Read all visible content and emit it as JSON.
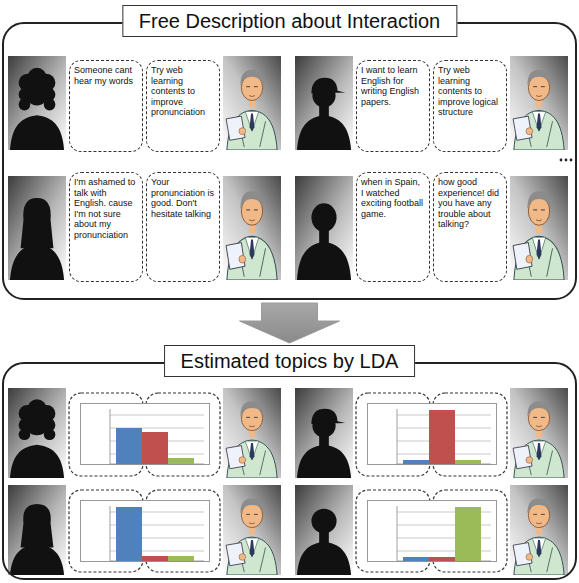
{
  "diagram": {
    "nodes": [
      {
        "text": [
          "Free Description about Interaction"
        ]
      },
      {
        "text": [
          "Someone cant hear my words"
        ],
        "in": 0
      },
      {
        "text": [
          "Try web learning contents to improve pronunciation"
        ],
        "in": 0
      },
      {
        "text": [
          "I want to learn English for writing English papers."
        ],
        "in": 0
      },
      {
        "text": [
          "Try web learning contents to improve logical structure"
        ],
        "in": 0
      },
      {
        "text": [
          "I'm ashamed to talk with English. cause I'm not sure about my pronunciation"
        ],
        "in": 0
      },
      {
        "text": [
          "Your pronunciation is good. Don't hesitate talking"
        ],
        "in": 0
      },
      {
        "text": [
          "when in Spain, I watched exciting football game."
        ],
        "in": 0
      },
      {
        "text": [
          "how good experience! did you have any trouble about talking?"
        ],
        "in": 0
      },
      {
        "text": [
          "Estimated topics by LDA"
        ]
      }
    ],
    "edges": [
      {
        "from": 0,
        "to": 9,
        "arrow": "to"
      }
    ]
  }
}
